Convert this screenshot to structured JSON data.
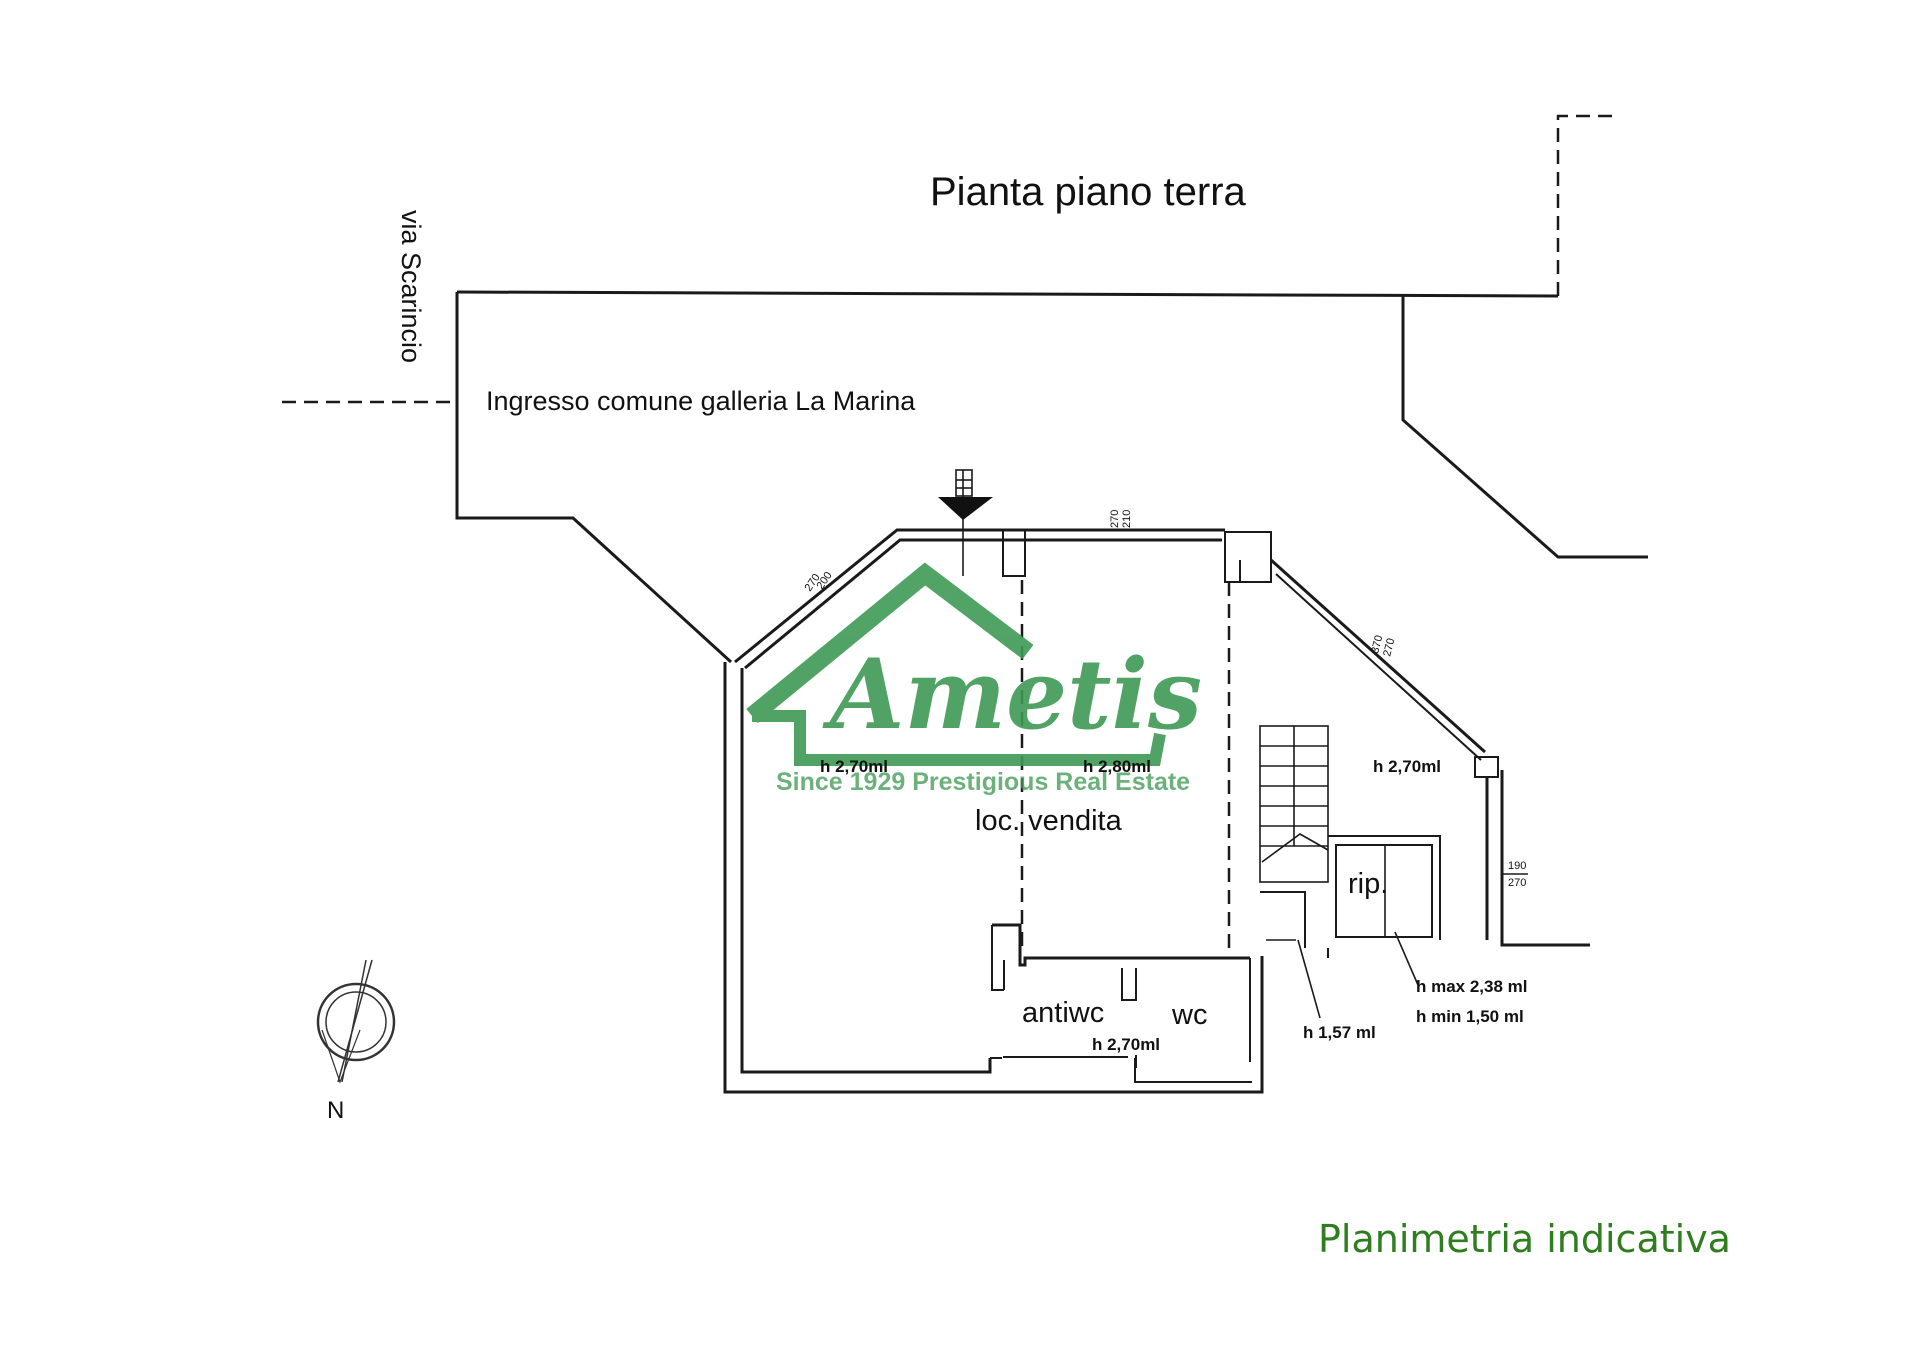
{
  "plan": {
    "title": "Pianta piano terra",
    "street": "via Scarincio",
    "entrance": "Ingresso comune galleria La Marina",
    "rooms": {
      "sales": "loc. vendita",
      "antiwc": "antiwc",
      "wc": "wc",
      "storage": "rip."
    },
    "heights": {
      "left": "h 2,70ml",
      "center": "h 2,80ml",
      "right": "h 2,70ml",
      "bath": "h 2,70ml",
      "stair": "h 1,57 ml",
      "storage_max": "h max 2,38 ml",
      "storage_min": "h min 1,50 ml"
    },
    "openings": {
      "top_a": "210",
      "top_b": "270",
      "left_a": "200",
      "left_b": "270",
      "diag_a": "370",
      "diag_b": "270",
      "side_a": "190",
      "side_b": "270"
    },
    "north": "N"
  },
  "watermark": {
    "brand": "Ametis",
    "tagline": "Since 1929 Prestigious Real Estate",
    "color": "#3f9a55"
  },
  "footer": {
    "caption": "Planimetria indicativa",
    "color": "#2e7d1f"
  }
}
